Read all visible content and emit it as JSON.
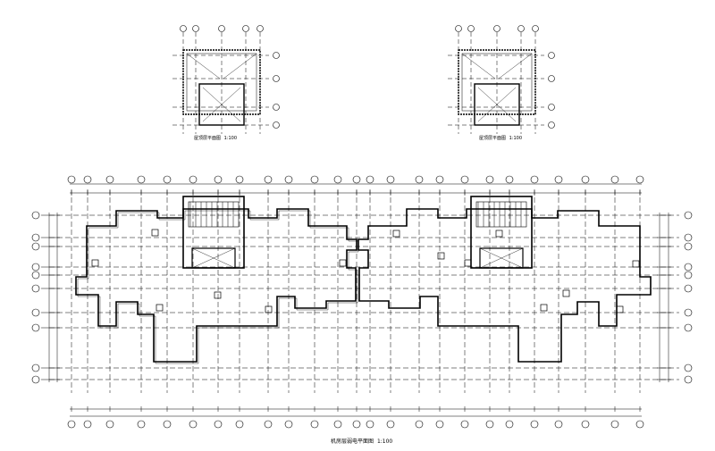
{
  "drawing": {
    "title_main": "机房层弱电平面图",
    "scale_main": "1:100",
    "title_roof_left": "屋顶层平面图",
    "scale_roof_left": "1:100",
    "title_roof_right": "屋顶层平面图",
    "scale_roof_right": "1:100"
  }
}
